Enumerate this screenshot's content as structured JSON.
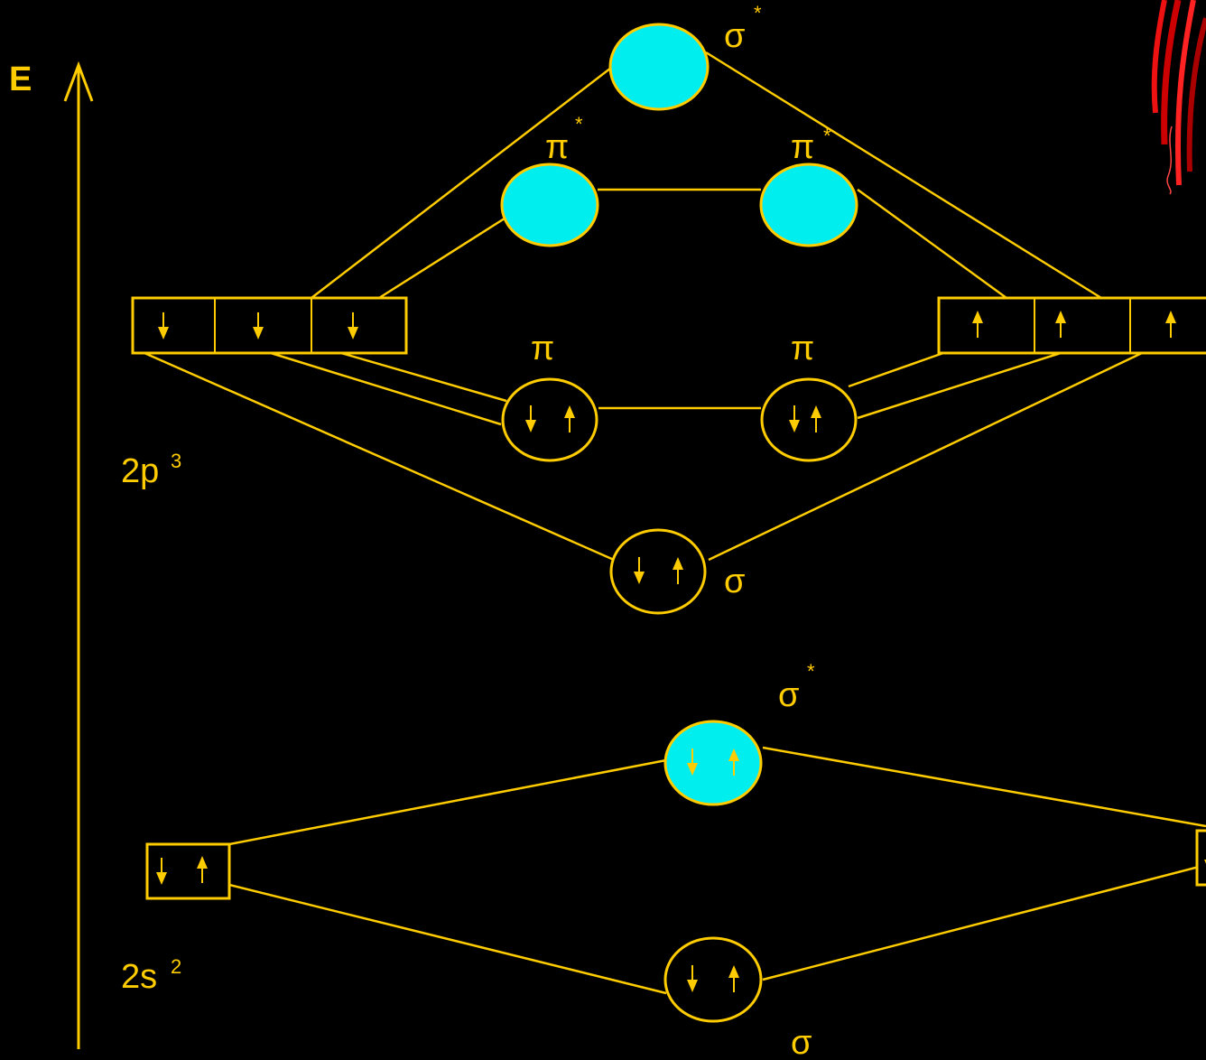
{
  "colors": {
    "background": "#000000",
    "line": "#ffcc00",
    "empty_orbital_fill": "#00eeee",
    "filled_orbital_fill": "#000000",
    "text": "#ffcc00",
    "decoration": "#ee1111"
  },
  "axis": {
    "label": "E"
  },
  "levels": {
    "p_atomic": {
      "base": "2p",
      "exp": "3"
    },
    "s_atomic": {
      "base": "2s",
      "exp": "2"
    }
  },
  "orbitals": {
    "sigma_star_2p": {
      "base": "σ",
      "star": "*"
    },
    "pi_star_left": {
      "base": "π",
      "star": "*"
    },
    "pi_star_right": {
      "base": "π",
      "star": "*"
    },
    "pi_left": {
      "base": "π"
    },
    "pi_right": {
      "base": "π"
    },
    "sigma_2p": {
      "base": "σ"
    },
    "sigma_star_2s": {
      "base": "σ",
      "star": "*"
    },
    "sigma_2s": {
      "base": "σ"
    }
  },
  "decoration": {
    "name": "red-flame-corner-graphic"
  }
}
